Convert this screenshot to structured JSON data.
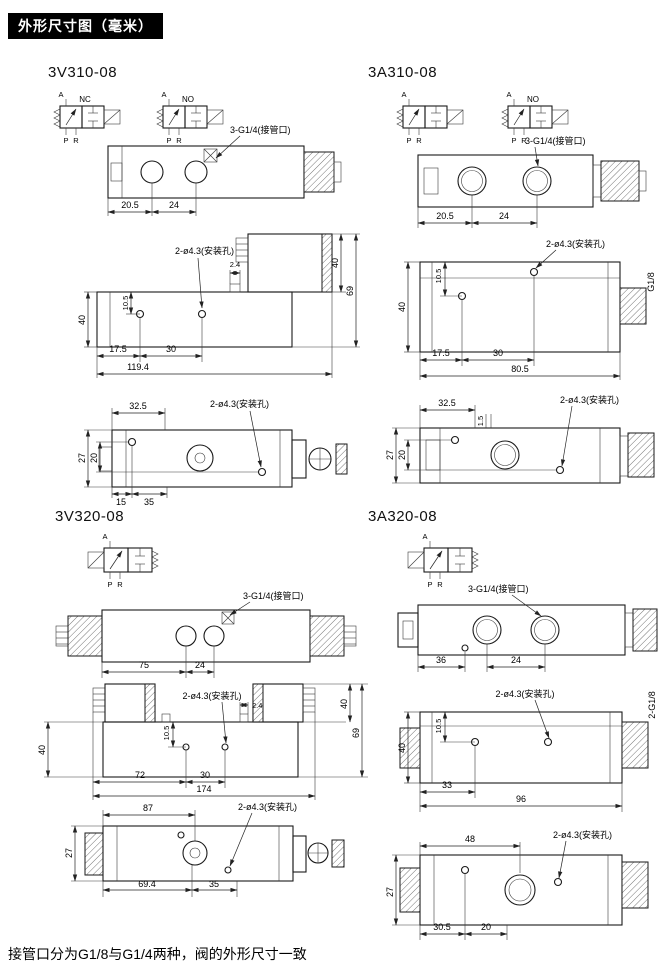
{
  "page": {
    "header": "外形尺寸图（毫米）",
    "footnote": "接管口分为G1/8与G1/4两种，阀的外形尺寸一致"
  },
  "labels": {
    "nc": "NC",
    "no": "NO",
    "port_a": "A",
    "port_p": "P",
    "port_r": "R",
    "port_note": "3-G1/4(接管口)",
    "hole_note": "2-ø4.3(安装孔)"
  },
  "models": {
    "v310": {
      "name": "3V310-08",
      "top": {
        "w1": "20.5",
        "w2": "24"
      },
      "side": {
        "tab": "2.4",
        "sol_h": "40",
        "total_h": "69",
        "hole_off": "10.5",
        "body_h": "40",
        "e1": "17.5",
        "e2": "30",
        "total_l": "119.4"
      },
      "bottom": {
        "t1": "32.5",
        "h1": "27",
        "h2": "20",
        "b1": "15",
        "b2": "35"
      }
    },
    "a310": {
      "name": "3A310-08",
      "top": {
        "w1": "20.5",
        "w2": "24"
      },
      "side": {
        "hole_off": "10.5",
        "port": "G1/8",
        "body_h": "40",
        "e1": "17.5",
        "e2": "30",
        "total_l": "80.5"
      },
      "bottom": {
        "t1": "32.5",
        "t2": "1.5",
        "h1": "27",
        "h2": "20"
      }
    },
    "v320": {
      "name": "3V320-08",
      "top": {
        "w1": "75",
        "w2": "24"
      },
      "side": {
        "hole_off": "10.5",
        "tab": "2.4",
        "sol_h": "40",
        "total_h": "69",
        "body_h": "40",
        "e1": "72",
        "e2": "30",
        "total_l": "174"
      },
      "bottom": {
        "t1": "87",
        "h1": "27",
        "b1": "69.4",
        "b2": "35"
      }
    },
    "a320": {
      "name": "3A320-08",
      "top": {
        "w1": "36",
        "w2": "24"
      },
      "side": {
        "hole_off": "10.5",
        "port": "2-G1/8",
        "body_h": "40",
        "e1": "33",
        "total_l": "96"
      },
      "bottom": {
        "t1": "48",
        "h1": "27",
        "b1": "30.5",
        "b2": "20"
      }
    }
  }
}
